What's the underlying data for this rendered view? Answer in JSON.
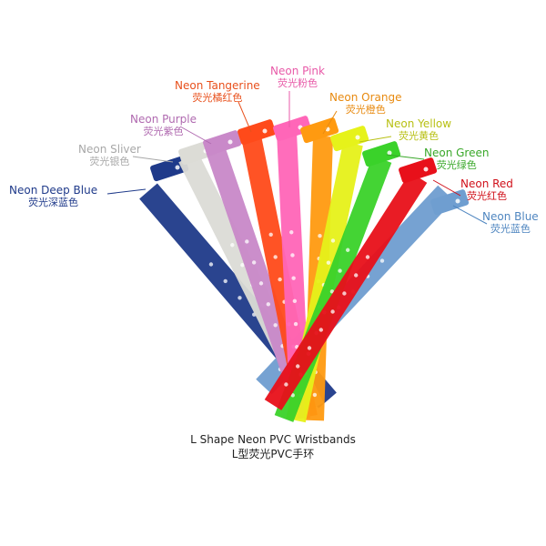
{
  "caption": {
    "title_en": "L Shape Neon PVC Wristbands",
    "title_zh": "L型荧光PVC手环"
  },
  "bands": [
    {
      "en": "Neon Deep Blue",
      "zh": "荧光深蓝色",
      "color": "#1f3a8a",
      "label_color": "#1f3a8a"
    },
    {
      "en": "Neon Sliver",
      "zh": "荧光银色",
      "color": "#dcdcd6",
      "label_color": "#a8a8a8"
    },
    {
      "en": "Neon Purple",
      "zh": "荧光紫色",
      "color": "#c989c9",
      "label_color": "#b06ab0"
    },
    {
      "en": "Neon Tangerine",
      "zh": "荧光橘红色",
      "color": "#ff4a1a",
      "label_color": "#e8501c"
    },
    {
      "en": "Neon Pink",
      "zh": "荧光粉色",
      "color": "#ff66b8",
      "label_color": "#e85aa8"
    },
    {
      "en": "Neon Orange",
      "zh": "荧光橙色",
      "color": "#ff9a10",
      "label_color": "#e88a10"
    },
    {
      "en": "Neon Yellow",
      "zh": "荧光黄色",
      "color": "#e6f21a",
      "label_color": "#b8c014"
    },
    {
      "en": "Neon Green",
      "zh": "荧光绿色",
      "color": "#3ad22a",
      "label_color": "#3aa82a"
    },
    {
      "en": "Neon Red",
      "zh": "荧光红色",
      "color": "#e8101a",
      "label_color": "#d0101a"
    },
    {
      "en": "Neon Blue",
      "zh": "荧光蓝色",
      "color": "#6f9ed0",
      "label_color": "#4f86c0"
    }
  ]
}
